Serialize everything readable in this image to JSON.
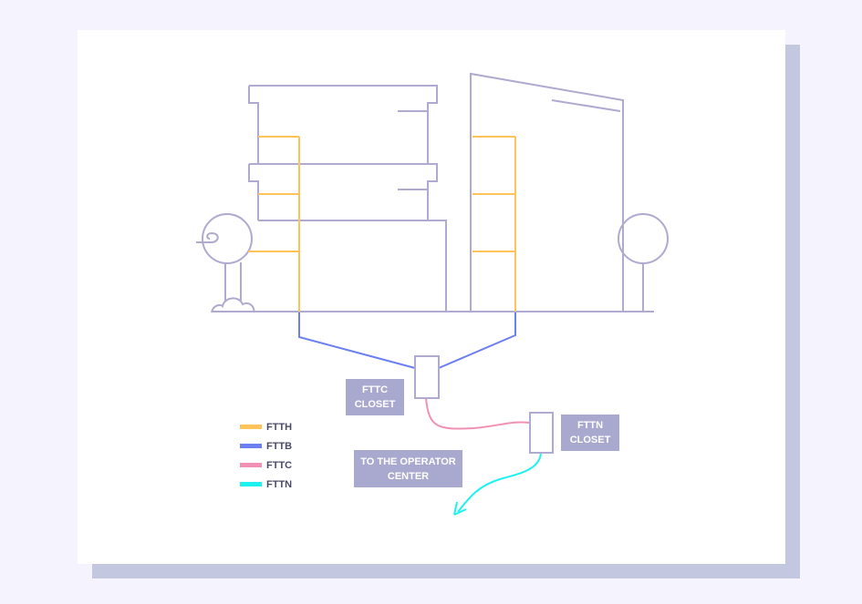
{
  "labels": {
    "fttc_line1": "FTTC",
    "fttc_line2": "CLOSET",
    "fttn_line1": "FTTN",
    "fttn_line2": "CLOSET",
    "operator_line1": "TO THE OPERATOR",
    "operator_line2": "CENTER"
  },
  "legend": [
    {
      "label": "FTTH",
      "color": "#ffc35a"
    },
    {
      "label": "FTTB",
      "color": "#6c7ff0"
    },
    {
      "label": "FTTC",
      "color": "#f290b4"
    },
    {
      "label": "FTTN",
      "color": "#1ef2ee"
    }
  ],
  "colors": {
    "outline": "#aeaad0",
    "ftth": "#ffc35a",
    "fttb": "#6c7ff0",
    "fttc": "#f290b4",
    "fttn": "#1ef2ee"
  }
}
